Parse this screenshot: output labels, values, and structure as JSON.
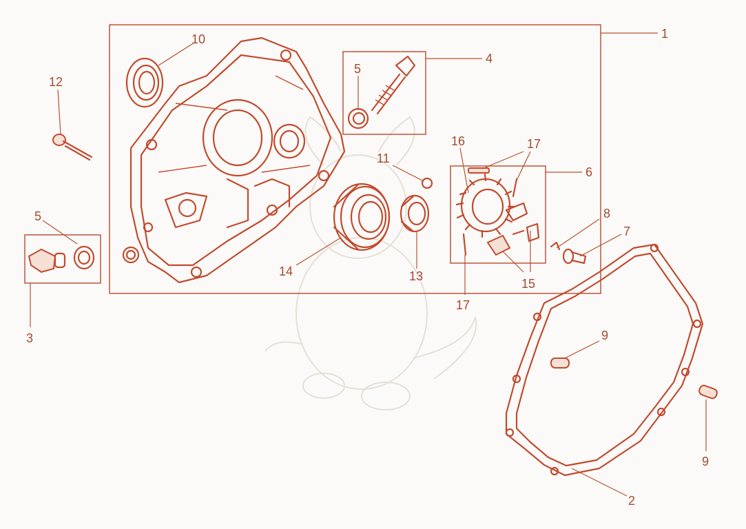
{
  "diagram": {
    "callouts": [
      {
        "id": "c1",
        "label": "1"
      },
      {
        "id": "c2",
        "label": "2"
      },
      {
        "id": "c3",
        "label": "3"
      },
      {
        "id": "c4",
        "label": "4"
      },
      {
        "id": "c5a",
        "label": "5"
      },
      {
        "id": "c5b",
        "label": "5"
      },
      {
        "id": "c6",
        "label": "6"
      },
      {
        "id": "c7",
        "label": "7"
      },
      {
        "id": "c8",
        "label": "8"
      },
      {
        "id": "c9a",
        "label": "9"
      },
      {
        "id": "c9b",
        "label": "9"
      },
      {
        "id": "c10",
        "label": "10"
      },
      {
        "id": "c11",
        "label": "11"
      },
      {
        "id": "c12",
        "label": "12"
      },
      {
        "id": "c13",
        "label": "13"
      },
      {
        "id": "c14",
        "label": "14"
      },
      {
        "id": "c15",
        "label": "15"
      },
      {
        "id": "c16",
        "label": "16"
      },
      {
        "id": "c17a",
        "label": "17"
      },
      {
        "id": "c17b",
        "label": "17"
      }
    ],
    "colors": {
      "line": "#c24a2e",
      "text": "#a7482f",
      "background": "#fbfaf8",
      "watermark": "#e6dfd8"
    }
  }
}
